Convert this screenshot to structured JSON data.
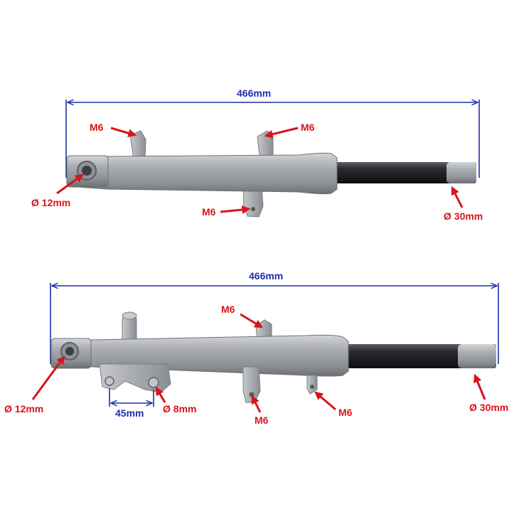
{
  "colors": {
    "dimension_line": "#1f2fa8",
    "callout": "#d8141c",
    "tube_light": "#b9bcc0",
    "tube_mid": "#9b9ea3",
    "tube_dark": "#6f7277",
    "stanchion_light": "#5a5d62",
    "stanchion_dark": "#101114"
  },
  "icons": {
    "arrow": "red-callout-arrow"
  },
  "top_fork": {
    "length_label": "466mm",
    "axle_label": "Ø 12mm",
    "stanchion_label": "Ø 30mm",
    "mount_labels": [
      "M6",
      "M6",
      "M6"
    ]
  },
  "bottom_fork": {
    "length_label": "466mm",
    "axle_label": "Ø 12mm",
    "stanchion_label": "Ø 30mm",
    "mount_labels": [
      "M6",
      "M6",
      "M6"
    ],
    "spacing_label": "45mm",
    "pin_label": "Ø 8mm"
  }
}
